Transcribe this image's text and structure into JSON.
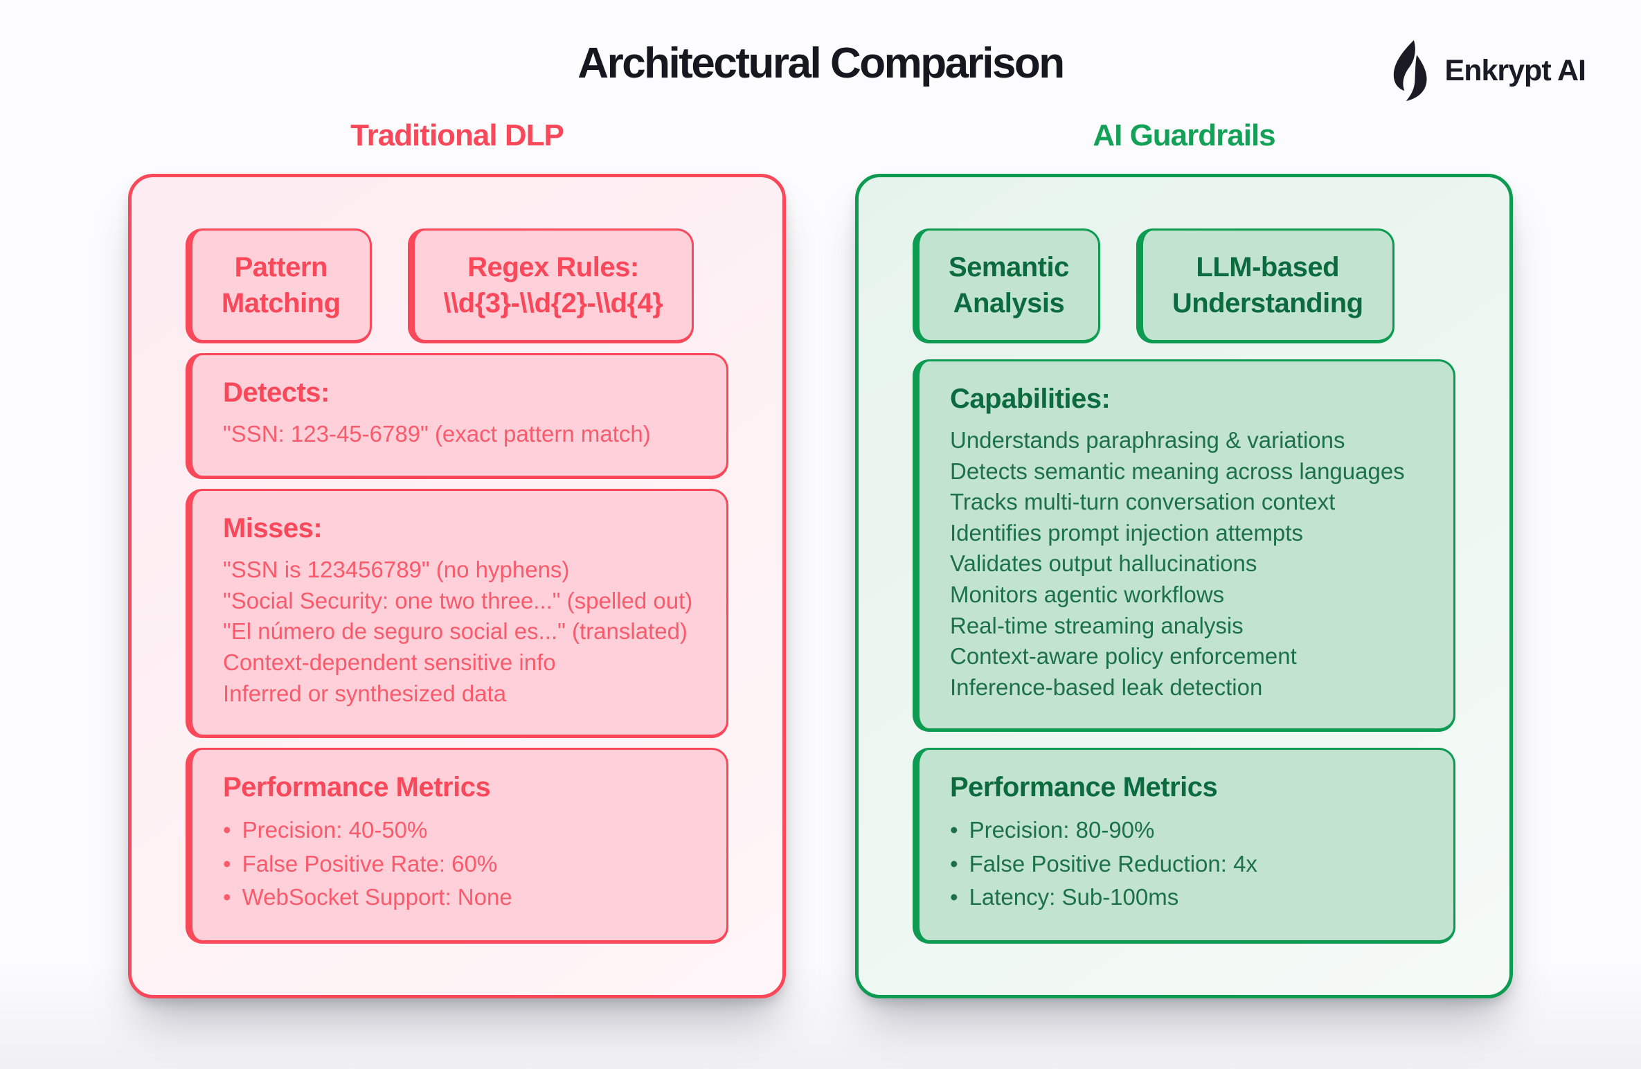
{
  "header": {
    "title": "Architectural Comparison",
    "brand": {
      "name": "Enkrypt AI",
      "icon": "flame-icon",
      "color": "#1b1b26"
    }
  },
  "columns": [
    {
      "id": "traditional-dlp",
      "title": "Traditional DLP",
      "colors": {
        "accent": "#f9485a",
        "title": "#f9485a",
        "heading": "#f9485a",
        "body": "#fa5b6c",
        "box-bg": "#fed0d9",
        "panel-bg-1": "#fdecf1",
        "panel-bg-2": "#fef6f8"
      },
      "chips": [
        {
          "name": "pattern-matching-chip",
          "label": "Pattern\nMatching"
        },
        {
          "name": "regex-rules-chip",
          "label": "Regex Rules:\n\\\\d{3}-\\\\d{2}-\\\\d{4}"
        }
      ],
      "sections": [
        {
          "name": "detects-box",
          "heading": "Detects:",
          "lines": [
            "\"SSN: 123-45-6789\" (exact pattern match)"
          ]
        },
        {
          "name": "misses-box",
          "heading": "Misses:",
          "lines": [
            "\"SSN is 123456789\" (no hyphens)",
            "\"Social Security: one two three...\" (spelled out)",
            "\"El número de seguro social es...\" (translated)",
            "Context-dependent sensitive info",
            "Inferred or synthesized data"
          ]
        },
        {
          "name": "performance-metrics-box",
          "heading": "Performance Metrics",
          "bullets": [
            "Precision: 40-50%",
            "False Positive Rate: 60%",
            "WebSocket Support: None"
          ]
        }
      ]
    },
    {
      "id": "ai-guardrails",
      "title": "AI Guardrails",
      "colors": {
        "accent": "#0d9b52",
        "title": "#12a156",
        "heading": "#0c6b3e",
        "body": "#1d7149",
        "box-bg": "#c2e3cf",
        "panel-bg-1": "#e6f3ec",
        "panel-bg-2": "#f5faf7"
      },
      "chips": [
        {
          "name": "semantic-analysis-chip",
          "label": "Semantic\nAnalysis"
        },
        {
          "name": "llm-based-understanding-chip",
          "label": "LLM-based\nUnderstanding"
        }
      ],
      "sections": [
        {
          "name": "capabilities-box",
          "heading": "Capabilities:",
          "lines": [
            "Understands paraphrasing & variations",
            "Detects semantic meaning across languages",
            "Tracks multi-turn conversation context",
            "Identifies prompt injection attempts",
            "Validates output hallucinations",
            "Monitors agentic workflows",
            "Real-time streaming analysis",
            "Context-aware policy enforcement",
            "Inference-based leak detection"
          ]
        },
        {
          "name": "performance-metrics-box",
          "heading": "Performance Metrics",
          "bullets": [
            "Precision: 80-90%",
            "False Positive Reduction: 4x",
            "Latency: Sub-100ms"
          ]
        }
      ]
    }
  ]
}
